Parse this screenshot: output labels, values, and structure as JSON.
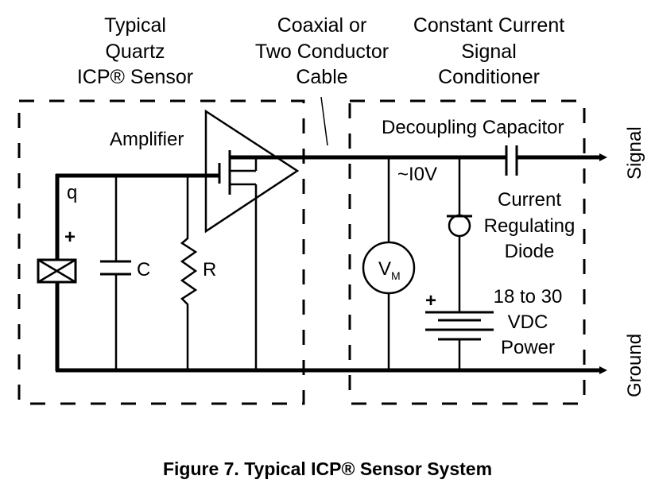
{
  "figure": {
    "caption": "Figure 7. Typical ICP® Sensor System"
  },
  "headings": {
    "sensor": [
      "Typical",
      "Quartz",
      "ICP® Sensor"
    ],
    "cable": [
      "Coaxial or",
      "Two Conductor",
      "Cable"
    ],
    "conditioner": [
      "Constant Current",
      "Signal",
      "Conditioner"
    ]
  },
  "components": {
    "amplifier": "Amplifier",
    "charge": "q",
    "crystal_polarity": "+",
    "capacitor": "C",
    "resistor": "R",
    "decoupling_capacitor": "Decoupling Capacitor",
    "bias_voltage": "~I0V",
    "voltmeter_main": "V",
    "voltmeter_sub": "M",
    "diode": [
      "Current",
      "Regulating",
      "Diode"
    ],
    "battery_polarity": "+",
    "power": [
      "18 to 30",
      "VDC",
      "Power"
    ]
  },
  "outputs": {
    "signal": "Signal",
    "ground": "Ground"
  },
  "colors": {
    "ink": "#000000",
    "background": "#ffffff"
  }
}
